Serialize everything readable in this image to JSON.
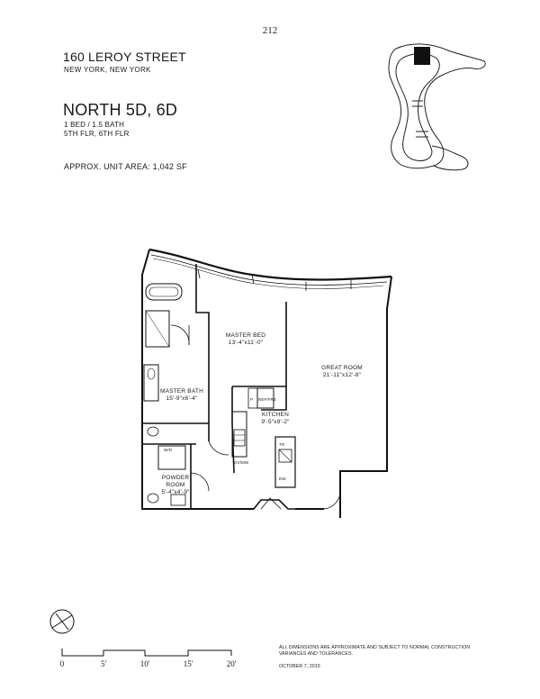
{
  "page": {
    "number": "212"
  },
  "header": {
    "building": "160 LEROY STREET",
    "city": "NEW YORK, NEW YORK",
    "unit": "NORTH 5D, 6D",
    "beds_baths": "1 BED / 1.5 BATH",
    "floors": "5TH FLR, 6TH FLR",
    "area": "APPROX. UNIT AREA: 1,042 SF"
  },
  "rooms": {
    "master_bed": {
      "name": "MASTER BED",
      "dims": "13'-4\"x11'-0\""
    },
    "great_room": {
      "name": "GREAT ROOM",
      "dims": "21'-11\"x12'-8\""
    },
    "master_bath": {
      "name": "MASTER BATH",
      "dims": "15'-9\"x6'-4\""
    },
    "kitchen": {
      "name": "KITCHEN",
      "dims": "9'-5\"x9'-2\""
    },
    "powder_room": {
      "name": "POWDER ROOM",
      "dims": "5'-4\"x4'-9\""
    }
  },
  "fixtures": {
    "ref": "REF/FRZ",
    "pantry": "P",
    "wd": "W/D",
    "tr": "TR",
    "dw": "DW",
    "oven": "OV/MW"
  },
  "scale": {
    "labels": [
      "0",
      "5'",
      "10'",
      "15'",
      "20'"
    ]
  },
  "footer": {
    "disclaimer": "ALL DIMENSIONS ARE APPROXIMATE AND SUBJECT TO NORMAL CONSTRUCTION VARIANCES AND TOLERANCES.",
    "date": "OCTOBER 7, 2015"
  }
}
